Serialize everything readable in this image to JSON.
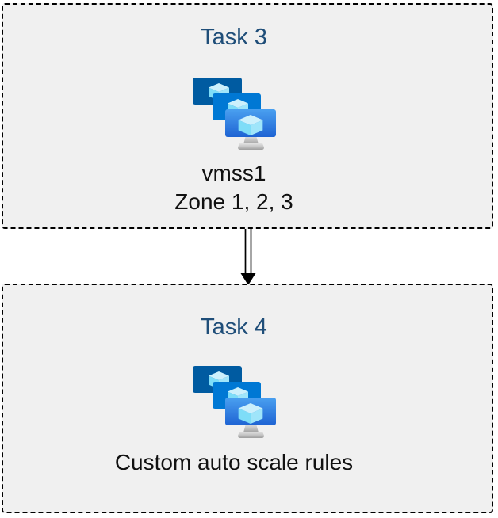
{
  "diagram": {
    "boxes": [
      {
        "title": "Task 3",
        "icon": "vmss-icon",
        "label_lines": [
          "vmss1",
          "Zone 1, 2, 3"
        ]
      },
      {
        "title": "Task 4",
        "icon": "vmss-icon",
        "label_lines": [
          "Custom auto scale rules"
        ]
      }
    ],
    "connector": {
      "type": "double-line-arrow",
      "direction": "down"
    },
    "colors": {
      "title_text": "#1F4E79",
      "body_text": "#111111",
      "box_background": "#F0F0F0",
      "box_border": "#000000",
      "monitor_back": "#005BA1",
      "monitor_middle": "#0078D4",
      "monitor_front_gradient_top": "#4AA0F0",
      "monitor_front_gradient_bottom": "#1E63D3",
      "cube_top": "#CCF0FC",
      "cube_left": "#7EDDF8",
      "cube_right": "#9FE5FA",
      "stand_gray": "#C9C9C9",
      "arrow": "#000000"
    }
  }
}
